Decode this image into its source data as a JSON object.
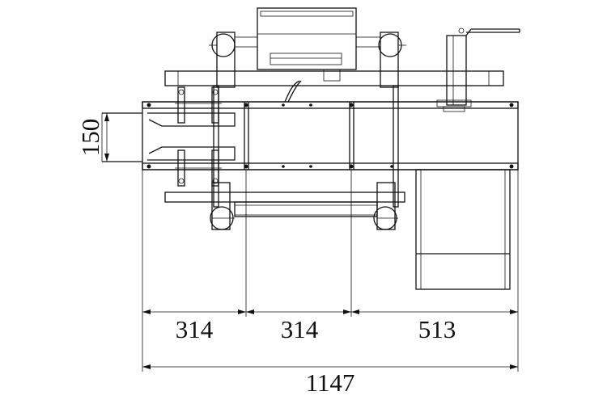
{
  "dimensions": {
    "height_opening": "150",
    "section_1": "314",
    "section_2": "314",
    "section_3": "513",
    "overall": "1147"
  }
}
